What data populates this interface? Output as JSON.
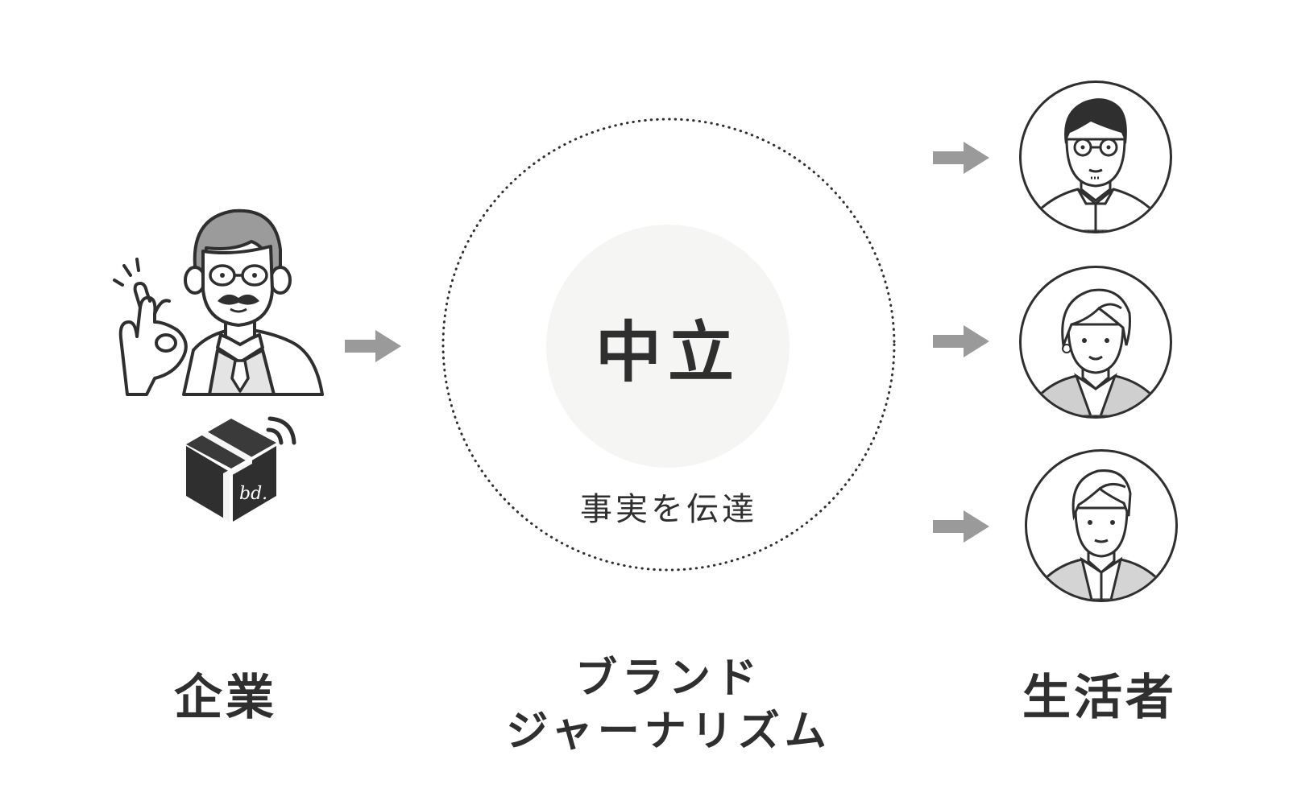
{
  "colors": {
    "ink": "#2f2f2f",
    "arrow": "#9a9a9a",
    "disc": "#f5f5f4",
    "hair_gray": "#9b9b9b"
  },
  "company": {
    "label": "企業",
    "illustration": "senior-man-ok-gesture",
    "logo": "box-logo-icon"
  },
  "center": {
    "word": "中立",
    "caption": "事実を伝達",
    "label": "ブランド\nジャーナリズム"
  },
  "consumers": {
    "label": "生活者",
    "avatars": [
      "man-glasses-icon",
      "woman-icon",
      "man-icon"
    ]
  }
}
